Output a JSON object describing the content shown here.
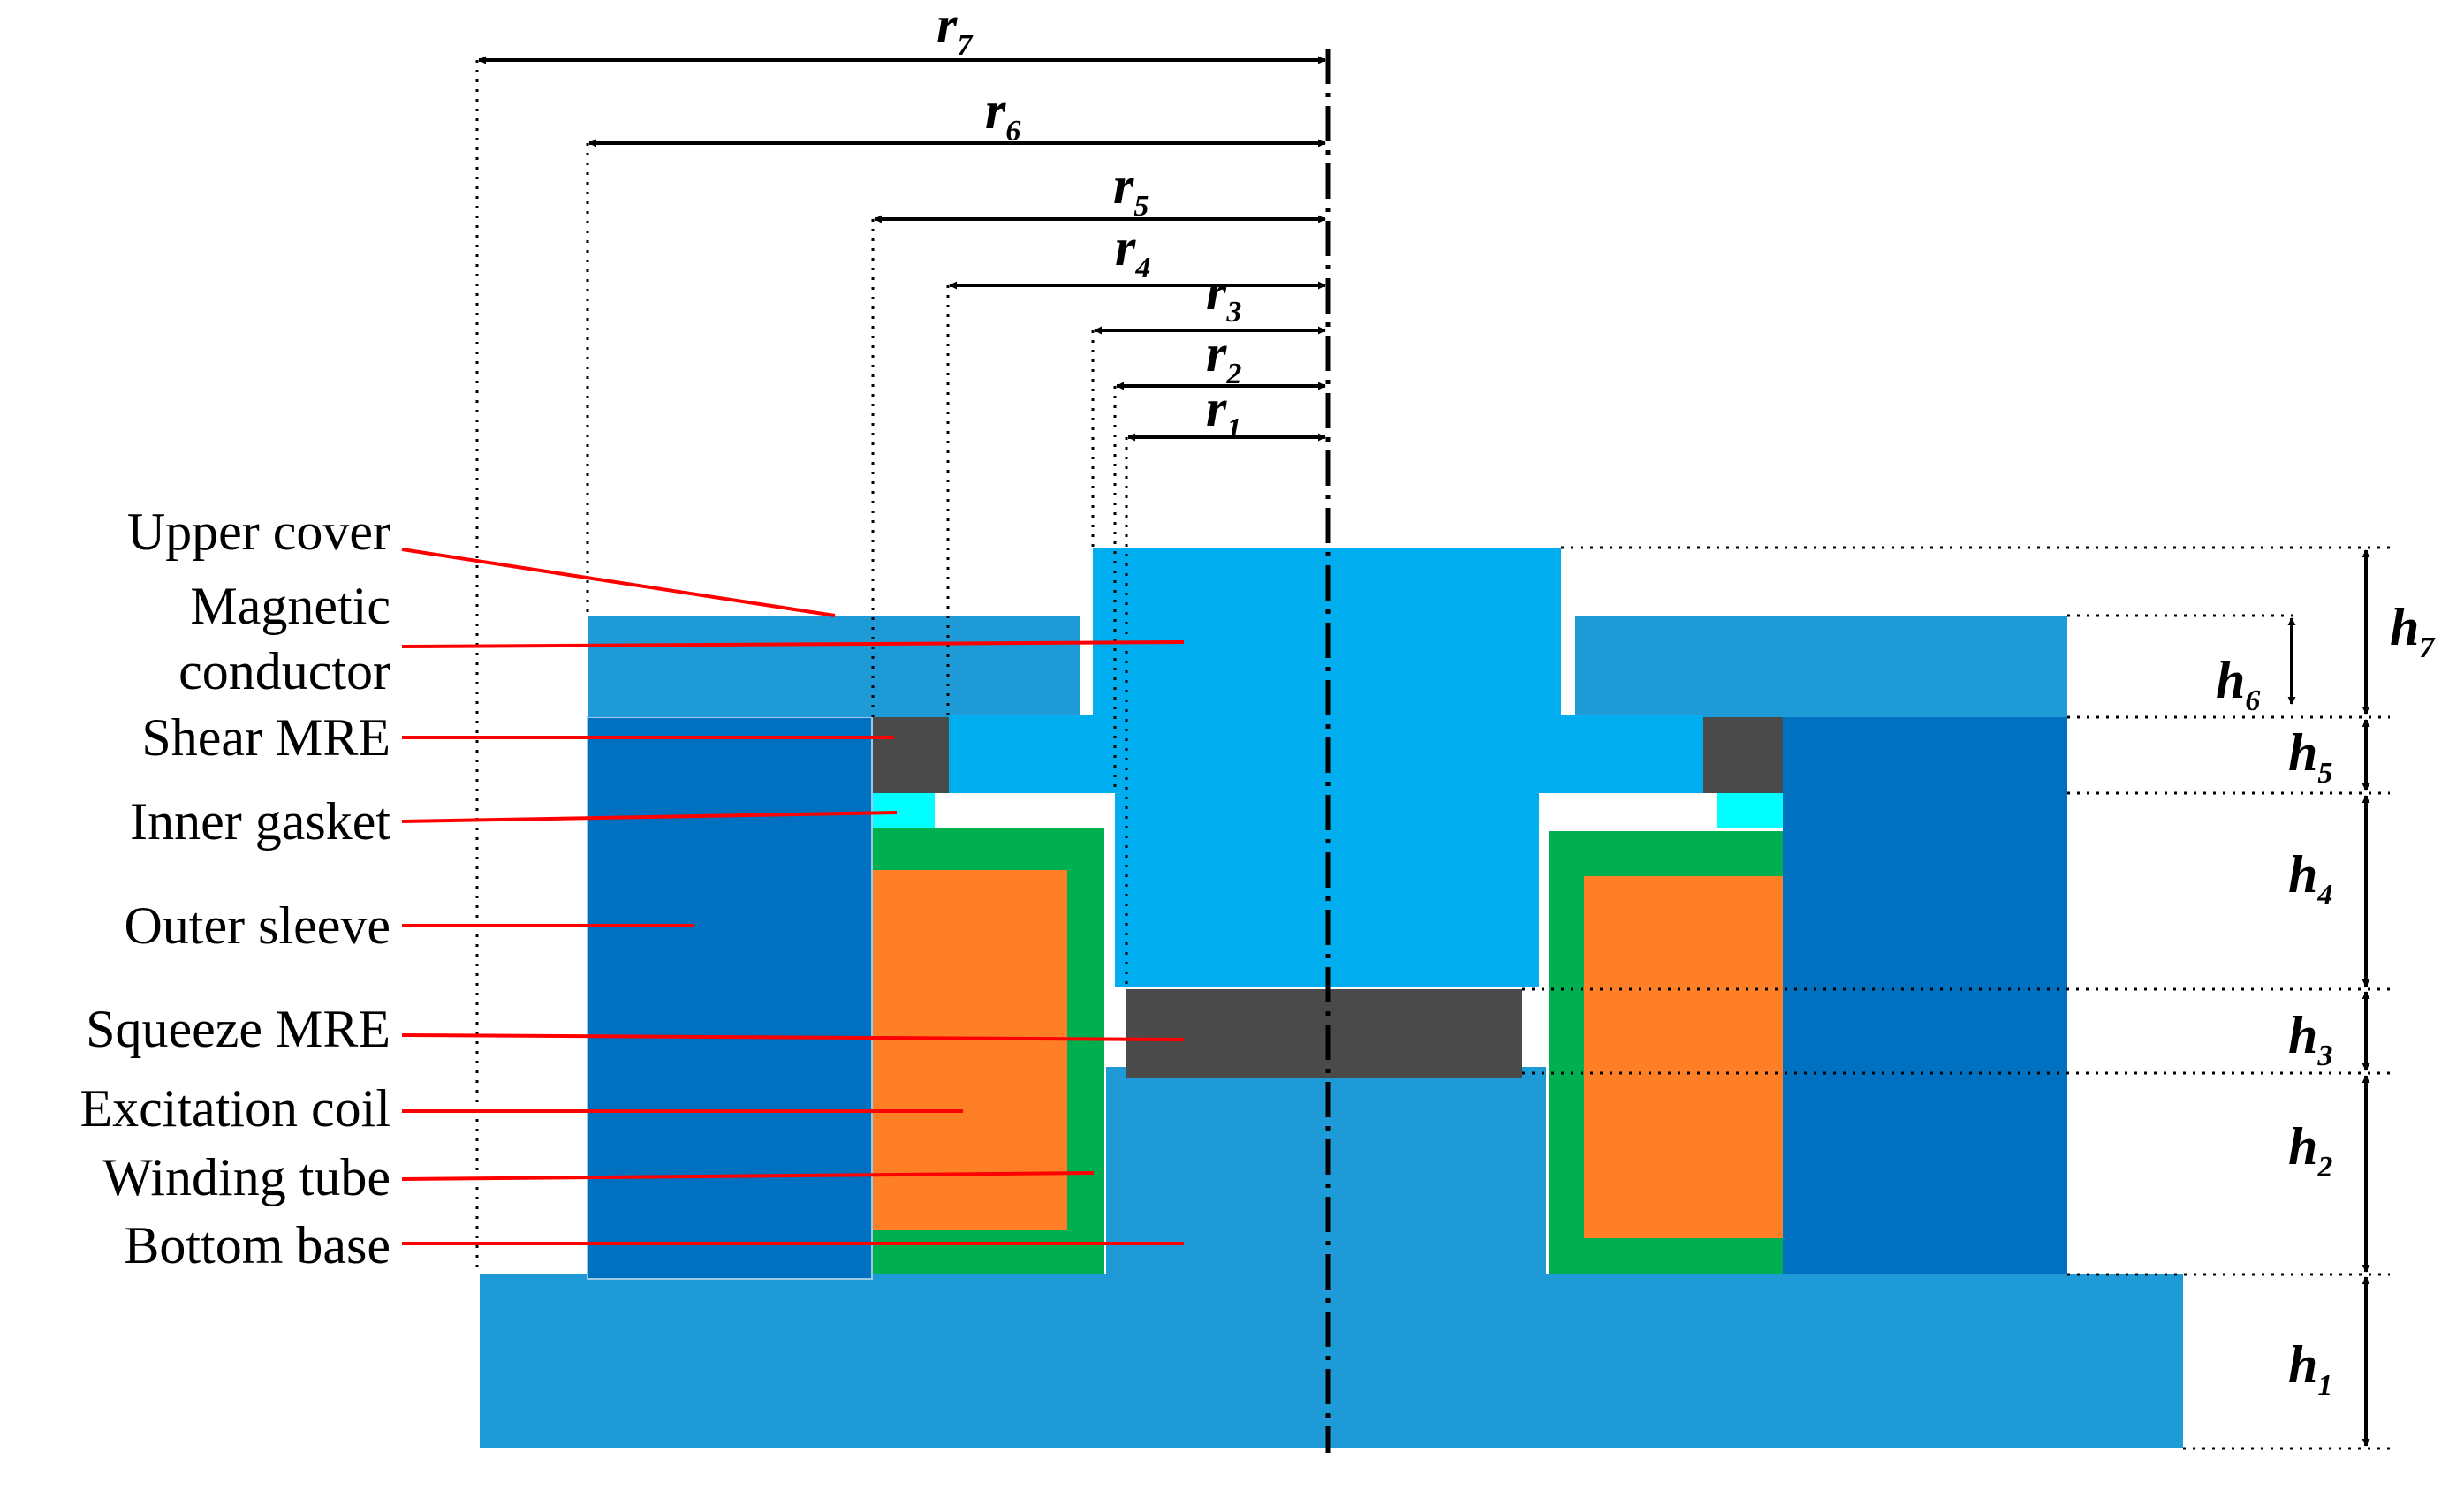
{
  "colors": {
    "background": "#ffffff",
    "base_blue": "#1e9ad6",
    "magnetic_conductor": "#00aeef",
    "outer_sleeve": "#0070c0",
    "mre_gray": "#4a4a4a",
    "gasket_cyan": "#00ffff",
    "winding_tube_green": "#00b050",
    "coil_orange": "#ff7f27",
    "leader_red": "#ff0000",
    "dim_black": "#000000"
  },
  "labels": {
    "upper_cover": "Upper cover",
    "magnetic_conductor_line1": "Magnetic",
    "magnetic_conductor_line2": "conductor",
    "shear_mre": "Shear MRE",
    "inner_gasket": "Inner gasket",
    "outer_sleeve": "Outer sleeve",
    "squeeze_mre": "Squeeze MRE",
    "excitation_coil": "Excitation coil",
    "winding_tube": "Winding tube",
    "bottom_base": "Bottom base"
  },
  "dimensions": {
    "radii": [
      {
        "letter": "r",
        "index": "7"
      },
      {
        "letter": "r",
        "index": "6"
      },
      {
        "letter": "r",
        "index": "5"
      },
      {
        "letter": "r",
        "index": "4"
      },
      {
        "letter": "r",
        "index": "3"
      },
      {
        "letter": "r",
        "index": "2"
      },
      {
        "letter": "r",
        "index": "1"
      }
    ],
    "heights": [
      {
        "letter": "h",
        "index": "7"
      },
      {
        "letter": "h",
        "index": "6"
      },
      {
        "letter": "h",
        "index": "5"
      },
      {
        "letter": "h",
        "index": "4"
      },
      {
        "letter": "h",
        "index": "3"
      },
      {
        "letter": "h",
        "index": "2"
      },
      {
        "letter": "h",
        "index": "1"
      }
    ]
  }
}
